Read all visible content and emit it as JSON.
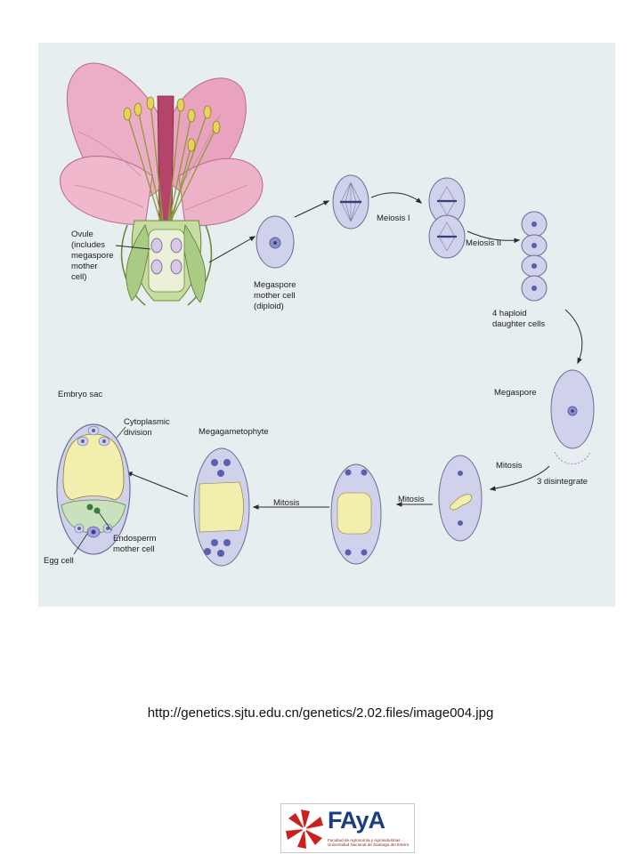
{
  "figure": {
    "labels": {
      "ovule": [
        "Ovule",
        "(includes",
        "megaspore",
        "mother",
        "cell)"
      ],
      "megaspore_mother": [
        "Megaspore",
        "mother cell",
        "(diploid)"
      ],
      "meiosis1": "Meiosis I",
      "meiosis2": "Meiosis II",
      "haploid": [
        "4 haploid",
        "daughter cells"
      ],
      "megaspore": "Megaspore",
      "disintegrate": "3 disintegrate",
      "mitosis_a": "Mitosis",
      "mitosis_b": "Mitosis",
      "mitosis_c": "Mitosis",
      "megagametophyte": "Megagametophyte",
      "embryo_sac": "Embryo sac",
      "cytoplasmic": [
        "Cytoplasmic",
        "division"
      ],
      "egg_cell": "Egg cell",
      "endosperm": [
        "Endosperm",
        "mother cell"
      ]
    },
    "colors": {
      "panel_bg": "#e6eef0",
      "petal": "#ecaec6",
      "cell": "#cfd2ea",
      "nucleus": "#5a5fae",
      "vacuole": "#f2eeae"
    }
  },
  "source_url": "http://genetics.sjtu.edu.cn/genetics/2.02.files/image004.jpg",
  "logo": {
    "text": "FAyA",
    "subtitle": "Facultad de Agronomía y Agroindustrias · Universidad Nacional de Santiago del Estero"
  }
}
